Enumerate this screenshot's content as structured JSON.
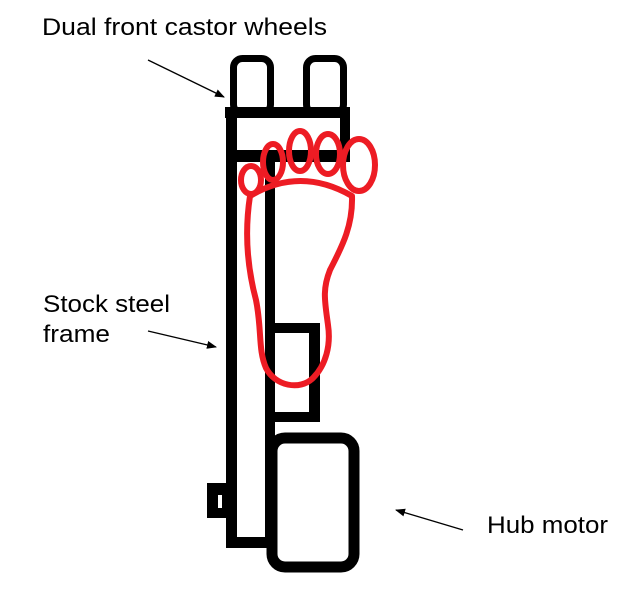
{
  "diagram": {
    "type": "annotated-sketch",
    "subject": "wheelchair footplate side view with foot outline"
  },
  "labels": {
    "castor_wheels": "Dual front castor wheels",
    "frame": {
      "line1": "Stock steel",
      "line2": "frame"
    },
    "hub_motor": "Hub motor"
  },
  "colors": {
    "frame": "#000000",
    "foot_outline": "#ed1c24",
    "background": "#ffffff"
  },
  "components": [
    {
      "id": "castor-wheel-left",
      "label_ref": "castor_wheels"
    },
    {
      "id": "castor-wheel-right",
      "label_ref": "castor_wheels"
    },
    {
      "id": "steel-frame",
      "label_ref": "frame"
    },
    {
      "id": "hub-motor",
      "label_ref": "hub_motor"
    },
    {
      "id": "foot-outline"
    }
  ]
}
